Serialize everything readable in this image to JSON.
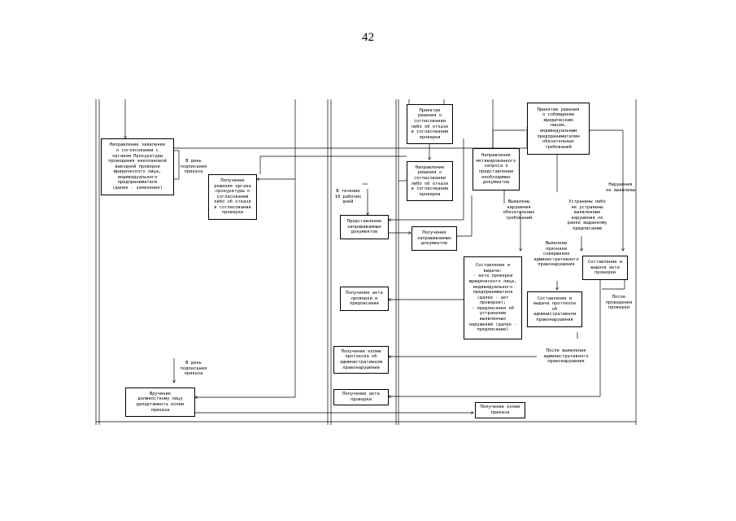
{
  "page_number": "42",
  "boxes": {
    "b1": "Направление заявления\nо согласовании с\nорганом Прокуратуры\nпроведения внеплановой\nвыездной проверки\nюридического лица,\nиндивидуального\nпредпринимателя\n(далее - заявление)",
    "b2": "Получение\nрешения органа\nпрокуратуры о\nсогласовании\nлибо об отказе\nв согласовании\nпроверки",
    "b3": "Принятие\nрешения о\nсогласовании\nлибо об отказе\nв согласовании\nпроверки",
    "b4": "Направление\nрешения о\nсогласовании\nлибо об отказе\nв согласовании\nпроверки",
    "b5": "Принятие решения\nо соблюдении\nюридическим\nлицом,\nиндивидуальным\nпредпринимателем\nобязательных\nтребований",
    "b6": "Направление\nмотивированного\nзапроса о\nпредставлении\nнеобходимых\nдокументов",
    "b7": "Представление\nзапрашиваемых\nдокументов",
    "b8": "Получение\nзапрашиваемых\nдокументов",
    "b9": "Составление и\nвыдача:\n- акта проверки\nюридического лица,\nиндивидуального\nпредпринимателя\n(далее - акт\nпроверки);\n- предписания об\nустранении\nвыявленных\nнарушений (далее -\nпредписание)",
    "b10": "Составление и\nвыдача протокола\nоб\nадминистративном\nправонарушении",
    "b11": "Составление и\nвыдача акта\nпроверки",
    "b12": "Получение акта\nпроверки и\nпредписания",
    "b13": "Получение копии\nпротокола об\nадминистративном\nправонарушении",
    "b14": "Получение акта\nпроверки",
    "b15": "Вручение\nдолжностному лицу\nдепартамента копии\nприказа",
    "b16": "Получение копии\nприказа"
  },
  "notes": {
    "n1": "В день\nподписания\nприказа",
    "n2": "В течение\n10 рабочих\nдней",
    "n3": "Выявлены\nнарушения\nобязательных\nтребований",
    "n4": "Устранены либо\nне устранены\nвыявленные\nнарушения по\nранее выданному\nпредписанию",
    "n5": "Нарушения\nне выявлены",
    "n6": "Выявлены\nпризнаки\nсовершения\nадминистративного\nправонарушения",
    "n7": "После\nпроведения\nпроверки",
    "n8": "После выявления\nадминистративного\nправонарушения",
    "n9": "В день\nподписания\nприказа"
  }
}
